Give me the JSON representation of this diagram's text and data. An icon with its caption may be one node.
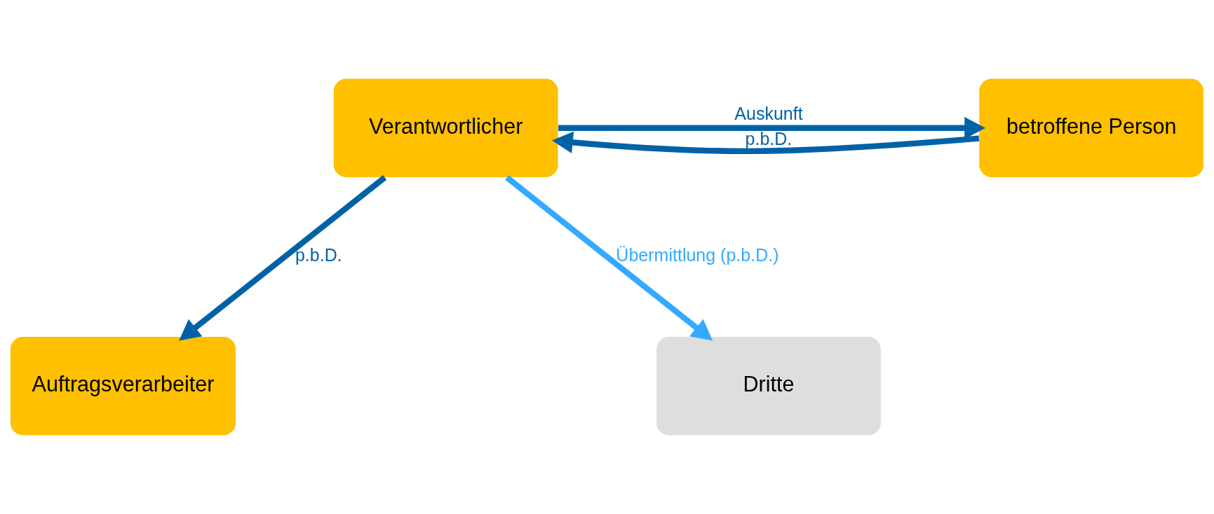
{
  "diagram": {
    "nodes": [
      {
        "text": [
          "Verantwortlicher"
        ]
      },
      {
        "text": [
          "betroffene Person"
        ]
      },
      {
        "text": [
          "Auftragsverarbeiter"
        ]
      },
      {
        "text": [
          "Dritte"
        ]
      }
    ],
    "edges": [
      {
        "from": 1,
        "to": 0,
        "arrow": "to",
        "label": "p.b.D."
      },
      {
        "from": 0,
        "to": 1,
        "arrow": "to",
        "label": "Auskunft"
      },
      {
        "from": 0,
        "to": 2,
        "arrow": "to",
        "label": "p.b.D."
      },
      {
        "from": 0,
        "to": 3,
        "arrow": "to",
        "label": "Übermittlung (p.b.D.)",
        "color": "#33aaff"
      }
    ]
  }
}
